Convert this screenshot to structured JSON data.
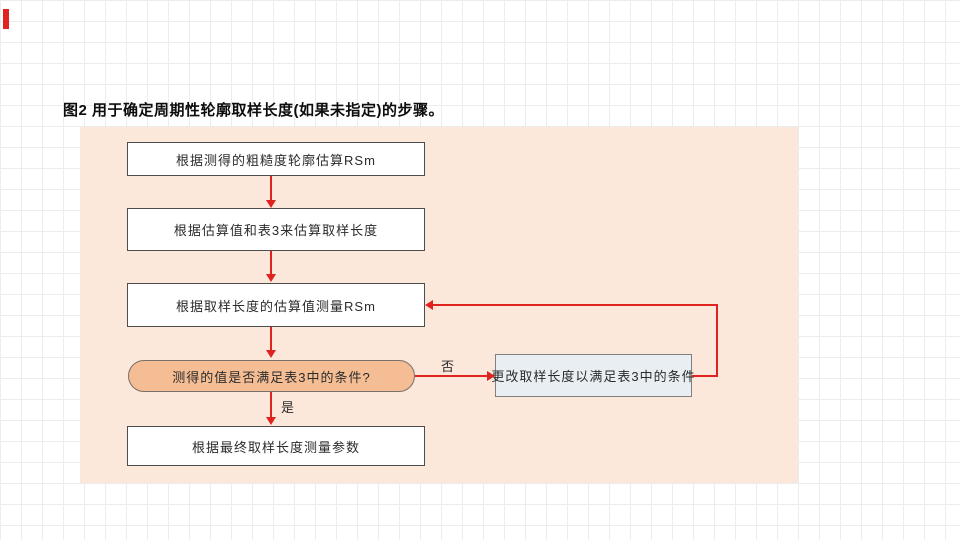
{
  "page": {
    "figure_caption": "图2 用于确定周期性轮廓取样长度(如果未指定)的步骤。"
  },
  "flowchart": {
    "steps": [
      {
        "id": "estimate-rsm",
        "label": "根据测得的粗糙度轮廓估算RSm"
      },
      {
        "id": "estimate-sampling-length",
        "label": "根据估算值和表3来估算取样长度"
      },
      {
        "id": "measure-rsm",
        "label": "根据取样长度的估算值测量RSm"
      },
      {
        "id": "decision-condition-check",
        "label": "测得的值是否满足表3中的条件?"
      },
      {
        "id": "measure-parameters",
        "label": "根据最终取样长度测量参数"
      }
    ],
    "side_box": {
      "label": "更改取样长度以满足表3中的条件"
    },
    "edge_labels": {
      "no": "否",
      "yes": "是"
    }
  },
  "colors": {
    "panel_background": "#fce8da",
    "decision_fill": "#f5bd93",
    "side_box_fill": "#e9eef2",
    "connector_red": "#e02221",
    "grid_line": "#ececec",
    "box_border": "#4d4d4d"
  }
}
